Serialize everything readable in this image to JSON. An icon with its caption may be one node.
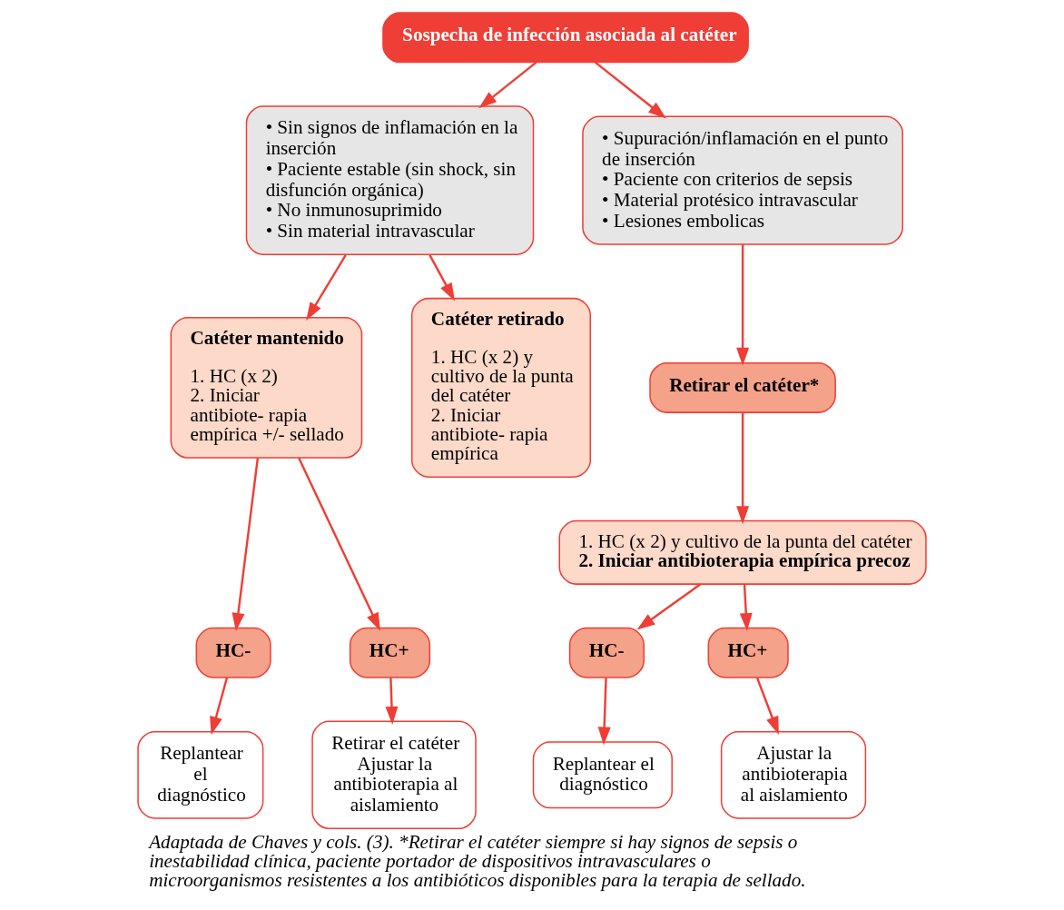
{
  "diagram": {
    "caption": "Adaptada de Chaves y cols. (3). *Retirar el catéter siempre si hay signos de sepsis o inestabilidad clínica, paciente portador de dispositivos intravasculares o microorganismos resistentes a los antibióticos disponibles para la terapia de sellado.",
    "nodes": [
      {
        "text": [
          "Sospecha de infección asociada al catéter"
        ]
      },
      {
        "text": [
          "• Sin signos de inflamación en la inserción",
          "• Paciente estable (sin shock, sin disfunción orgánica)",
          "• No inmunosuprimido",
          "• Sin material intravascular"
        ]
      },
      {
        "text": [
          "• Supuración/inflamación en el punto de inserción",
          "• Paciente con criterios de sepsis",
          "• Material protésico intravascular",
          "• Lesiones embolicas"
        ]
      },
      {
        "text": [
          "Catéter mantenido",
          "1. HC (x 2)",
          "2. Iniciar antibiote- rapia empírica +/- sellado"
        ]
      },
      {
        "text": [
          "Catéter retirado",
          "1. HC (x 2) y cultivo de la punta del catéter",
          "2. Iniciar antibiote- rapia empírica"
        ]
      },
      {
        "text": [
          "Retirar el catéter*"
        ]
      },
      {
        "text": [
          "1. HC (x 2) y cultivo de la punta del catéter",
          "2. Iniciar antibioterapia empírica precoz"
        ]
      },
      {
        "text": [
          "HC-"
        ]
      },
      {
        "text": [
          "HC+"
        ]
      },
      {
        "text": [
          "HC-"
        ]
      },
      {
        "text": [
          "HC+"
        ]
      },
      {
        "text": [
          "Replantear el diagnóstico"
        ]
      },
      {
        "text": [
          "Retirar el catéter Ajustar la antibioterapia al aislamiento"
        ]
      },
      {
        "text": [
          "Replantear el diagnóstico"
        ]
      },
      {
        "text": [
          "Ajustar la antibioterapia al aislamiento"
        ]
      }
    ],
    "edges": [
      {
        "from": 0,
        "to": 1,
        "arrow": "to"
      },
      {
        "from": 0,
        "to": 2,
        "arrow": "to"
      },
      {
        "from": 1,
        "to": 3,
        "arrow": "to"
      },
      {
        "from": 1,
        "to": 4,
        "arrow": "to"
      },
      {
        "from": 2,
        "to": 5,
        "arrow": "to"
      },
      {
        "from": 5,
        "to": 6,
        "arrow": "to"
      },
      {
        "from": 3,
        "to": 7,
        "arrow": "to"
      },
      {
        "from": 3,
        "to": 8,
        "arrow": "to"
      },
      {
        "from": 6,
        "to": 9,
        "arrow": "to"
      },
      {
        "from": 6,
        "to": 10,
        "arrow": "to"
      },
      {
        "from": 7,
        "to": 11,
        "arrow": "to"
      },
      {
        "from": 8,
        "to": 12,
        "arrow": "to"
      },
      {
        "from": 9,
        "to": 13,
        "arrow": "to"
      },
      {
        "from": 10,
        "to": 14,
        "arrow": "to"
      }
    ]
  }
}
